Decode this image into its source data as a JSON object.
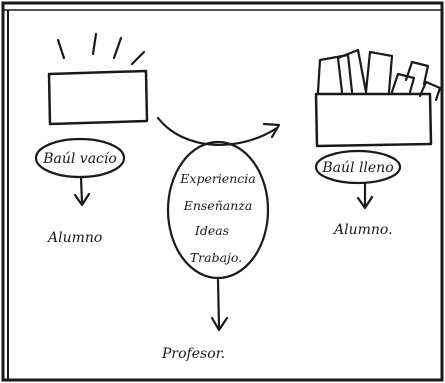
{
  "left": {
    "box_label": "Baúl vacío",
    "result_label": "Alumno"
  },
  "center": {
    "ellipse_lines": [
      "Experiencia",
      "Enseñanza",
      "Ideas",
      "Trabajo."
    ],
    "result_label": "Profesor."
  },
  "right": {
    "box_label": "Baúl lleno",
    "result_label": "Alumno."
  }
}
